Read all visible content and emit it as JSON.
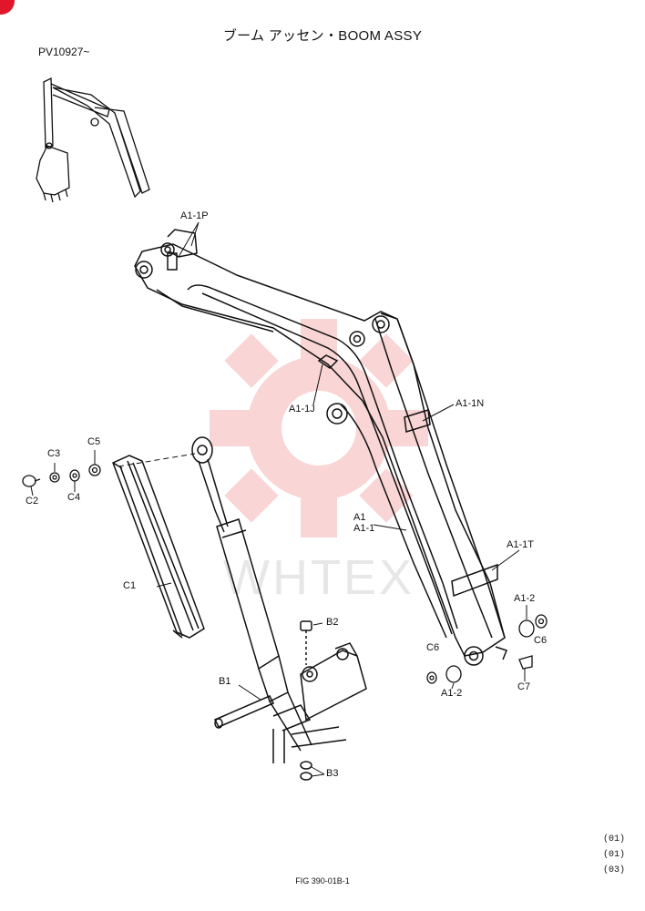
{
  "header": {
    "title": "ブーム アッセン・BOOM ASSY",
    "serial_range": "PV10927~"
  },
  "callouts": {
    "a1_1p": "A1-1P",
    "a1_1j": "A1-1J",
    "a1_1n": "A1-1N",
    "a1": "A1",
    "a1_1": "A1-1",
    "a1_1t": "A1-1T",
    "a1_2_top": "A1-2",
    "a1_2_bottom": "A1-2",
    "c6_right": "C6",
    "c6_left": "C6",
    "c7": "C7",
    "c5": "C5",
    "c3": "C3",
    "c4": "C4",
    "c2": "C2",
    "c1": "C1",
    "b1": "B1",
    "b2": "B2",
    "b3": "B3"
  },
  "watermark": {
    "text": "WHTEX",
    "color": "#f08a8a"
  },
  "footer": {
    "figure_id": "FIG 390-01B-1",
    "revisions": [
      "(01)",
      "(01)",
      "(03)"
    ]
  },
  "colors": {
    "accent": "#e0162b",
    "ink": "#111111"
  }
}
